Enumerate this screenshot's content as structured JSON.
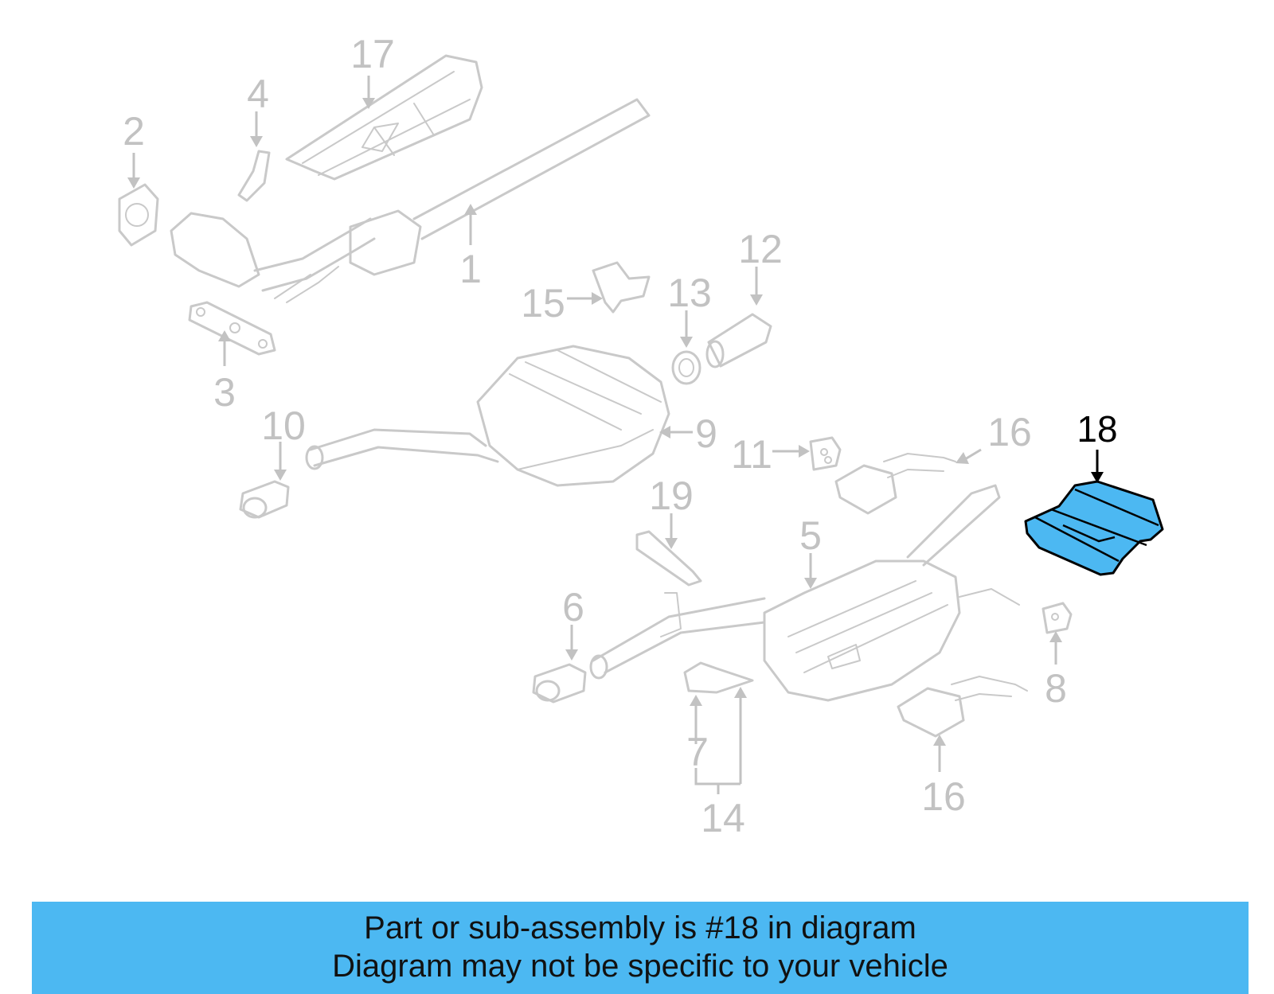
{
  "diagram": {
    "highlight_color": "#4cb8f2",
    "callouts": [
      "17",
      "4",
      "2",
      "1",
      "15",
      "13",
      "12",
      "3",
      "10",
      "9",
      "11",
      "16",
      "18",
      "19",
      "5",
      "6",
      "8",
      "7",
      "14",
      "16"
    ],
    "highlighted_callout": "18"
  },
  "banner": {
    "line1": "Part or sub-assembly is #18 in diagram",
    "line2": "Diagram may not be specific to your vehicle",
    "background": "#4cb8f2"
  }
}
